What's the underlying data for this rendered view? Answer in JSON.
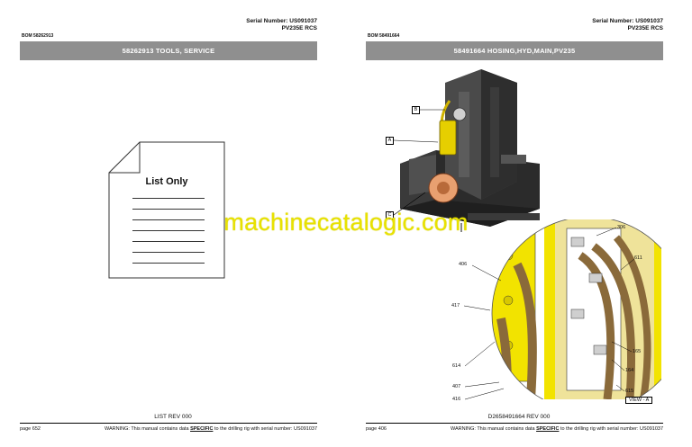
{
  "left_page": {
    "serial_number": "Serial Number: US091037",
    "model": "PV235E RCS",
    "bom": "BOM 58262913",
    "header": "58262913 TOOLS, SERVICE",
    "list_only_label": "List Only",
    "revision": "LIST REV 000",
    "page_number": "page 652",
    "warning_prefix": "WARNING:  This manual contains data ",
    "warning_specific": "SPECIFIC",
    "warning_suffix": " to the drilling rig with serial number: US091037"
  },
  "right_page": {
    "serial_number": "Serial Number: US091037",
    "model": "PV235E RCS",
    "bom": "BOM 58491664",
    "header": "58491664 HOSING,HYD,MAIN,PV235",
    "figure_letters": [
      "A",
      "B",
      "C"
    ],
    "callouts": [
      "306",
      "611",
      "406",
      "417",
      "614",
      "407",
      "416",
      "165",
      "164",
      "615"
    ],
    "view_label": "VIEW - A",
    "drawing_number": "D2658491664 REV 000",
    "page_number": "page 406",
    "warning_prefix": "WARNING:  This manual contains data ",
    "warning_specific": "SPECIFIC",
    "warning_suffix": " to the drilling rig with serial number: US091037"
  },
  "watermark": "machinecatalogic.com",
  "colors": {
    "header_bar": "#8f8f8f",
    "watermark": "#e8e200",
    "component_yellow": "#f2e300",
    "hose_brown": "#8a6a3a"
  }
}
